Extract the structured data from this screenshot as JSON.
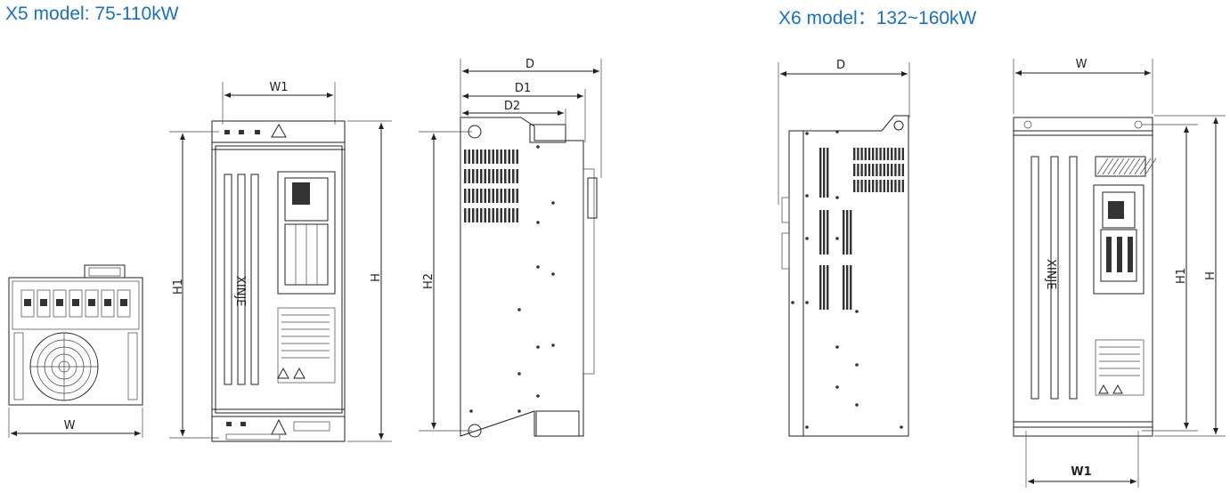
{
  "titles": {
    "x5": "X5 model: 75-110kW",
    "x6": "X6 model：132~160kW"
  },
  "dimensions": {
    "x5_front": {
      "w": "W"
    },
    "x5_panel": {
      "w1": "W1",
      "h1": "H1",
      "h": "H"
    },
    "x5_side": {
      "d": "D",
      "d1": "D1",
      "d2": "D2",
      "h2": "H2"
    },
    "x6_side": {
      "d": "D"
    },
    "x6_front": {
      "w": "W",
      "w1": "W1",
      "h1": "H1",
      "h": "H"
    }
  },
  "colors": {
    "title": "#1f6fb5",
    "line": "#222222"
  }
}
